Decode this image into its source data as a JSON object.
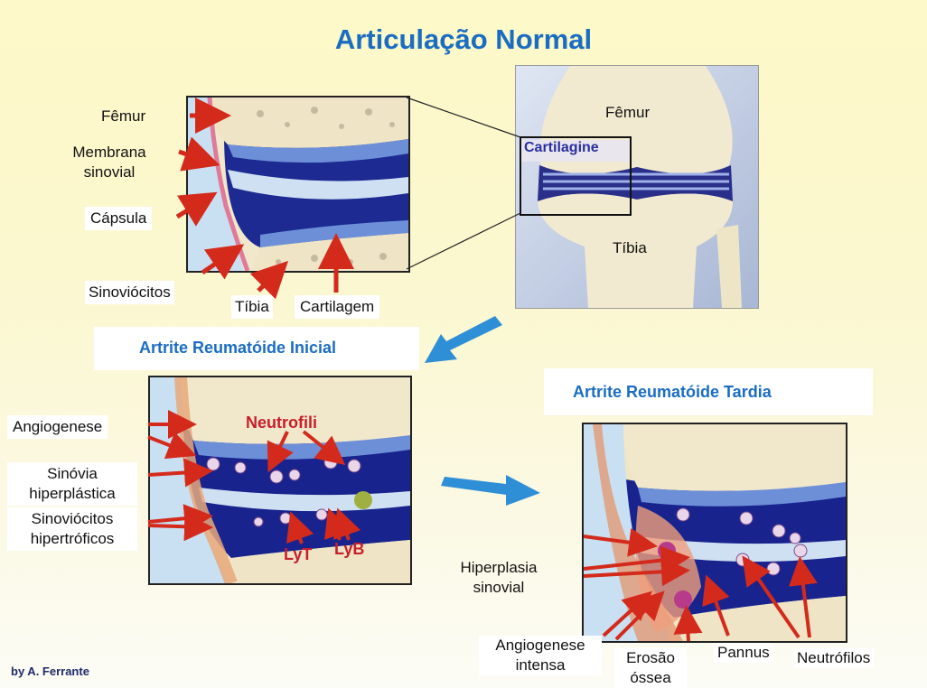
{
  "title": "Articulação Normal",
  "normal": {
    "femur": "Fêmur",
    "membrana_1": "Membrana",
    "membrana_2": "sinovial",
    "capsula": "Cápsula",
    "sinoviocitos": "Sinoviócitos",
    "tibia": "Tíbia",
    "cartilagem": "Cartilagem",
    "knee_femur": "Fêmur",
    "knee_cartilagine": "Cartilagine",
    "knee_tibia": "Tíbia"
  },
  "inicial": {
    "heading": "Artrite Reumatóide Inicial",
    "angiogenese": "Angiogenese",
    "sinovia_1": "Sinóvia",
    "sinovia_2": "hiperplástica",
    "sinov_1": "Sinoviócitos",
    "sinov_2": "hipertróficos",
    "neutrofili": "Neutrofili",
    "lyt": "LyT",
    "lyb": "LyB"
  },
  "tardia": {
    "heading": "Artrite Reumatóide Tardia",
    "hiper_1": "Hiperplasia",
    "hiper_2": "sinovial",
    "angio_1": "Angiogenese",
    "angio_2": "intensa",
    "erosao_1": "Erosão",
    "erosao_2": "óssea",
    "pannus": "Pannus",
    "neutrofilos": "Neutrófilos"
  },
  "credit": "by A. Ferrante",
  "colors": {
    "title": "#1a6dc2",
    "arrow_red": "#d42a1c",
    "arrow_blue": "#2f8fd6",
    "bone": "#efe6c8",
    "synovial": "#12208a"
  }
}
